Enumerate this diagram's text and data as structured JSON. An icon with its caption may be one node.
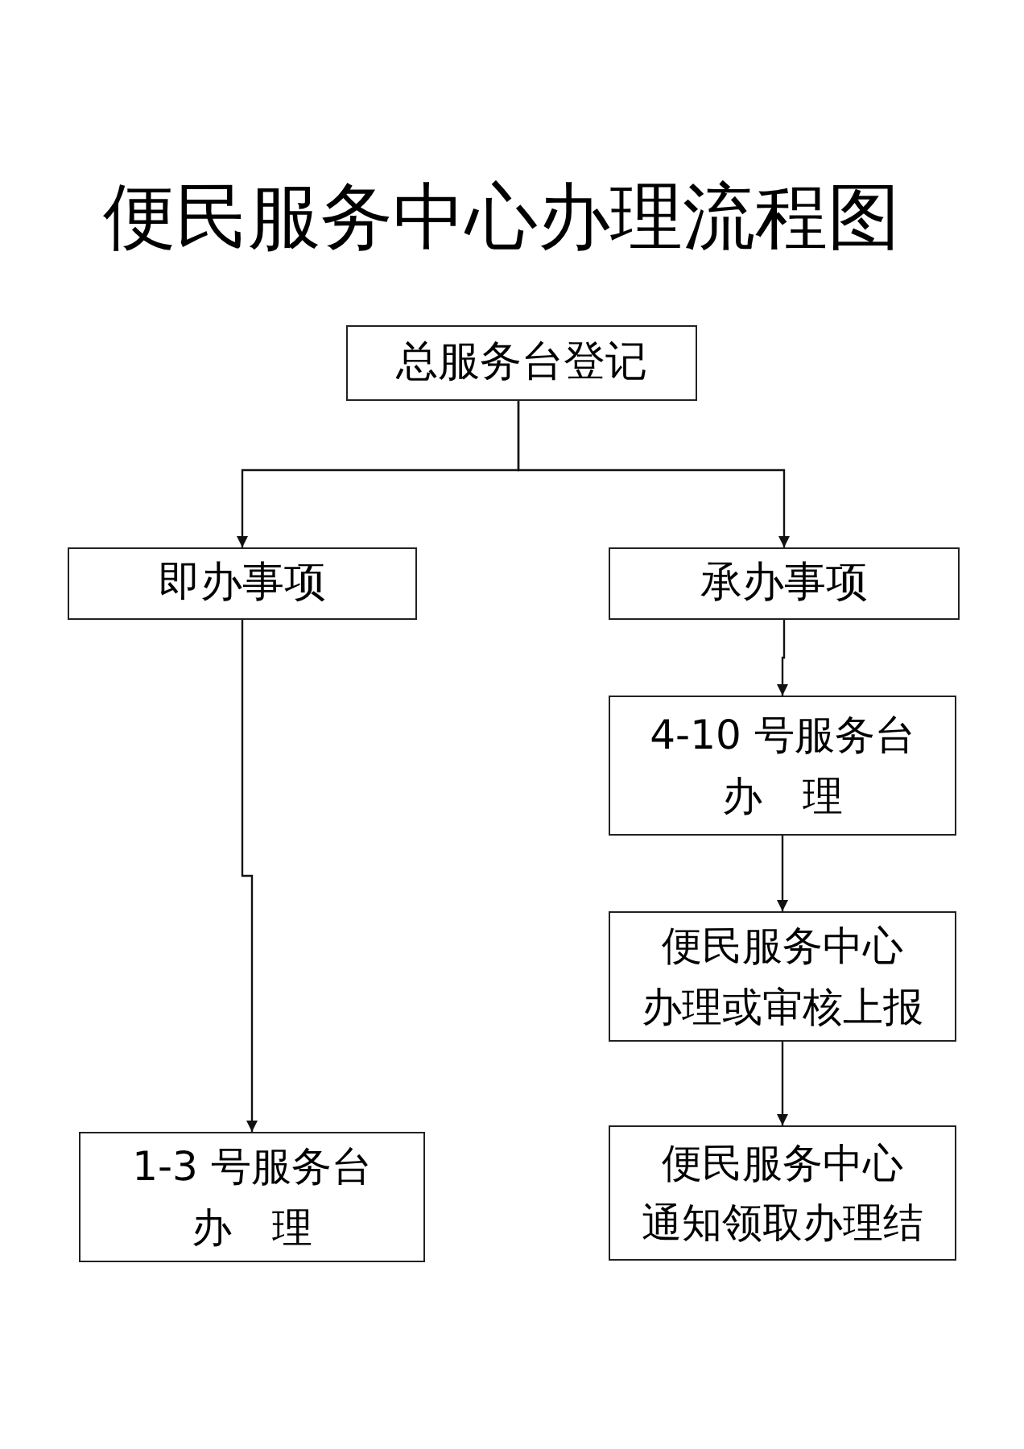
{
  "diagram": {
    "title": "便民服务中心办理流程图",
    "nodes": [
      {
        "text": [
          "总服务台登记"
        ]
      },
      {
        "text": [
          "即办事项"
        ]
      },
      {
        "text": [
          "承办事项"
        ]
      },
      {
        "text": [
          "4-10 号服务台办　理"
        ]
      },
      {
        "text": [
          "便民服务中心办理或审核上报"
        ]
      },
      {
        "text": [
          "1-3 号服务台办　理"
        ]
      },
      {
        "text": [
          "便民服务中心通知领取办理结"
        ]
      }
    ],
    "edges": [
      {
        "from": 0,
        "to": 1,
        "arrow": "to"
      },
      {
        "from": 0,
        "to": 2,
        "arrow": "to"
      },
      {
        "from": 1,
        "to": 5,
        "arrow": "to"
      },
      {
        "from": 2,
        "to": 3,
        "arrow": "to"
      },
      {
        "from": 3,
        "to": 4,
        "arrow": "to"
      },
      {
        "from": 4,
        "to": 6,
        "arrow": "to"
      }
    ]
  }
}
